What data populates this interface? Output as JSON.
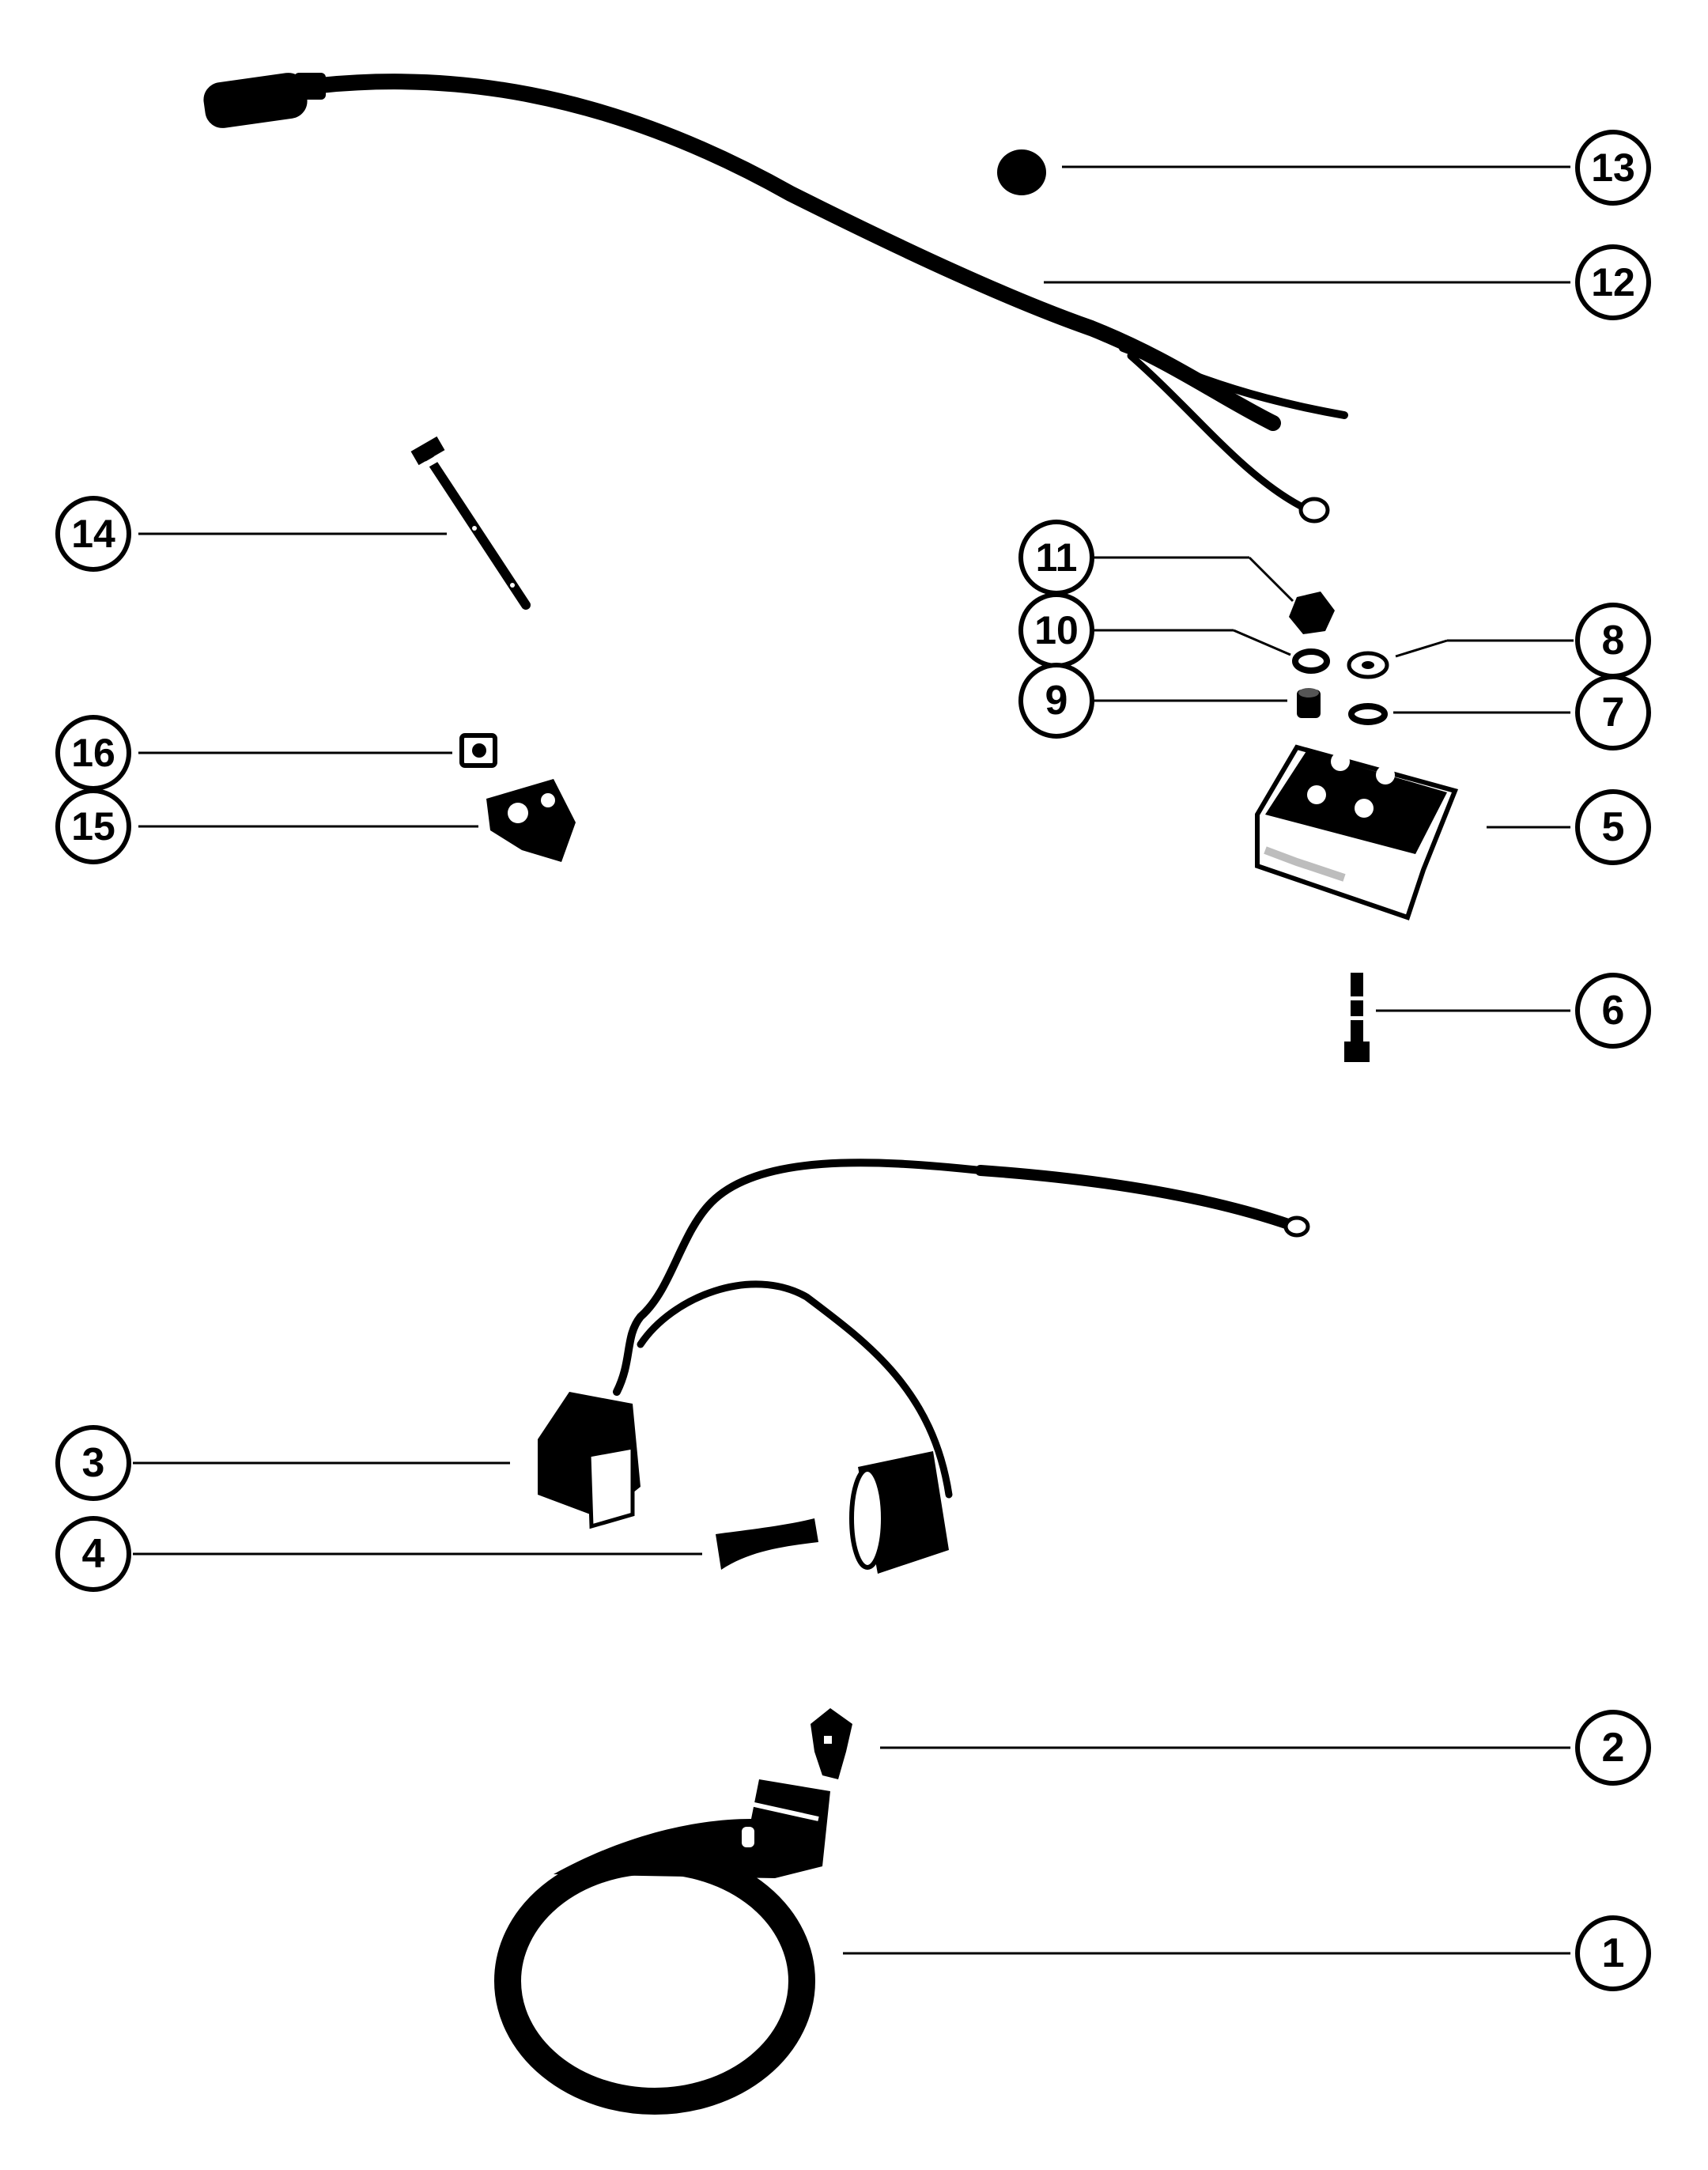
{
  "diagram": {
    "callouts": [
      {
        "id": "c1",
        "label": "1"
      },
      {
        "id": "c2",
        "label": "2"
      },
      {
        "id": "c3",
        "label": "3"
      },
      {
        "id": "c4",
        "label": "4"
      },
      {
        "id": "c5",
        "label": "5"
      },
      {
        "id": "c6",
        "label": "6"
      },
      {
        "id": "c7",
        "label": "7"
      },
      {
        "id": "c8",
        "label": "8"
      },
      {
        "id": "c9",
        "label": "9"
      },
      {
        "id": "c10",
        "label": "10"
      },
      {
        "id": "c11",
        "label": "11"
      },
      {
        "id": "c12",
        "label": "12"
      },
      {
        "id": "c13",
        "label": "13"
      },
      {
        "id": "c14",
        "label": "14"
      },
      {
        "id": "c15",
        "label": "15"
      },
      {
        "id": "c16",
        "label": "16"
      }
    ],
    "colors": {
      "ink": "#000000",
      "paper": "#ffffff",
      "grey": "#bdbdbd"
    }
  }
}
